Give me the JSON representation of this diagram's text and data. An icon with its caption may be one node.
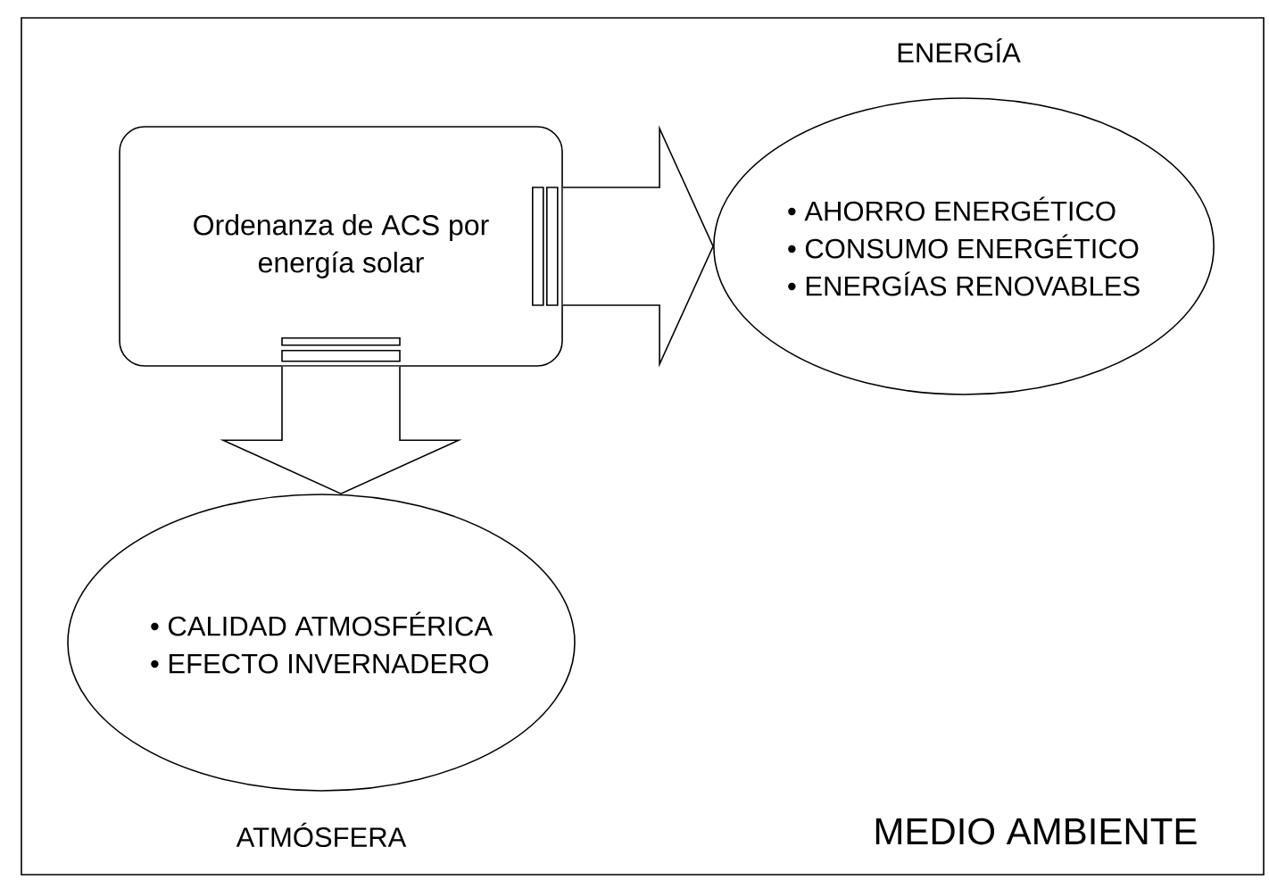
{
  "diagram": {
    "nodes": [
      {
        "text": [
          "MEDIO AMBIENTE"
        ]
      },
      {
        "text": [
          "Ordenanza de ACS por energía solar"
        ],
        "in": 0
      },
      {
        "text": [
          "ENERGÍA",
          "• AHORRO ENERGÉTICO",
          "• CONSUMO ENERGÉTICO",
          "• ENERGÍAS RENOVABLES"
        ],
        "in": 0
      },
      {
        "text": [
          "• CALIDAD ATMOSFÉRICA",
          "• EFECTO INVERNADERO",
          "ATMÓSFERA"
        ],
        "in": 0
      }
    ],
    "edges": [
      {
        "from": 1,
        "to": 2,
        "arrow": "to"
      },
      {
        "from": 1,
        "to": 3,
        "arrow": "to"
      }
    ]
  }
}
